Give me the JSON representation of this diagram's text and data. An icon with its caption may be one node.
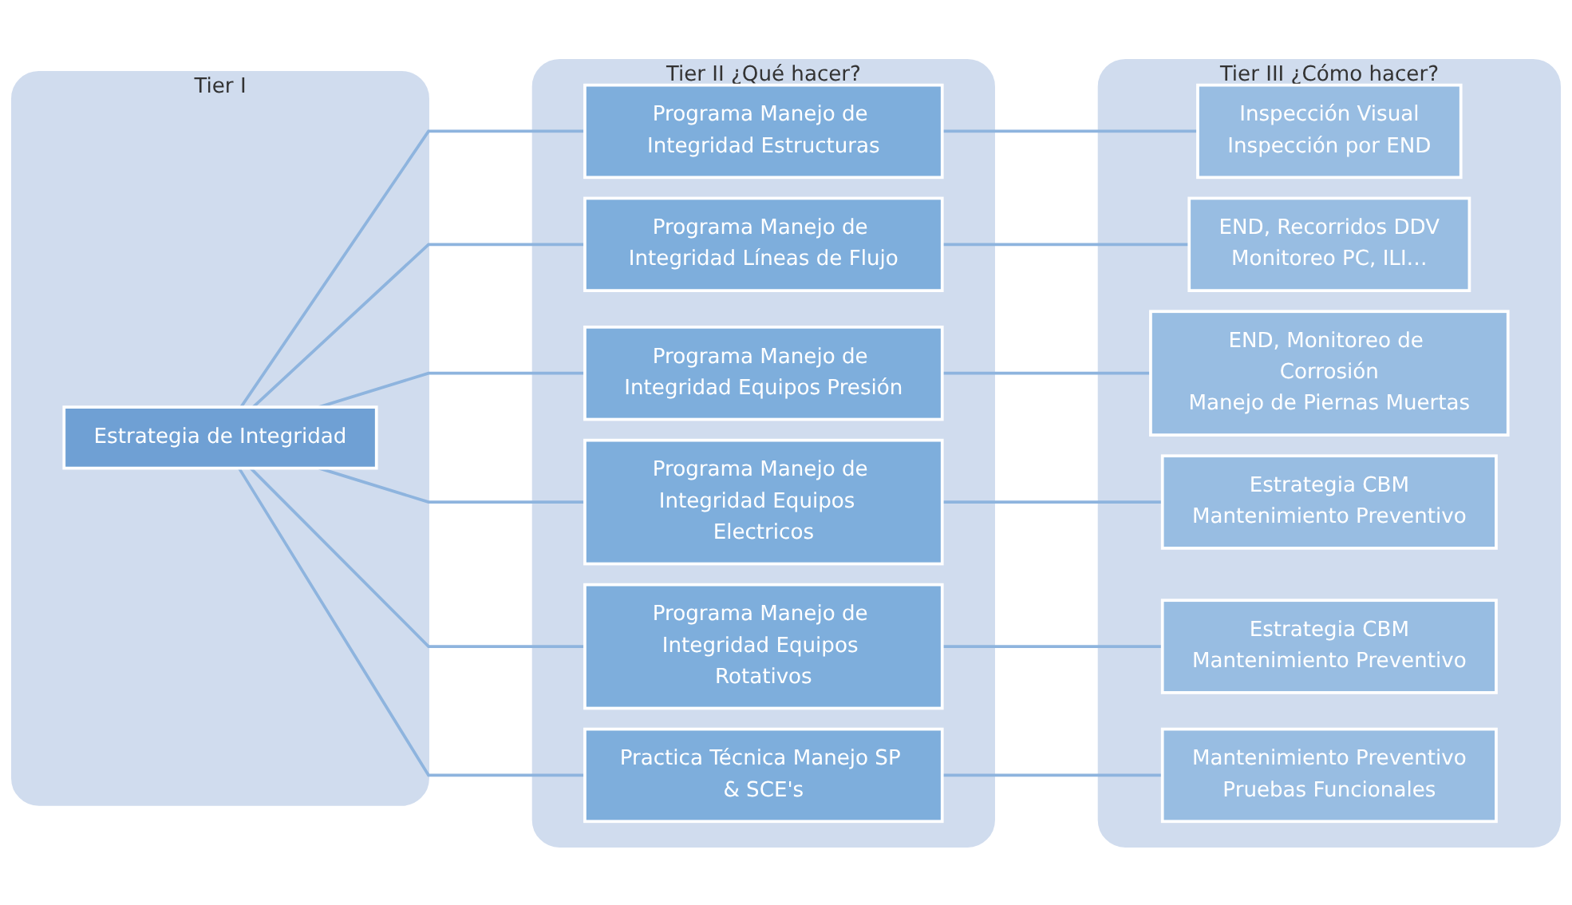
{
  "diagram": {
    "nodes": [
      {
        "text": [
          "Tier I"
        ]
      },
      {
        "text": [
          "Estrategia de Integridad"
        ],
        "in": 0
      },
      {
        "text": [
          "Tier II ¿Qué hacer?"
        ]
      },
      {
        "text": [
          "Programa Manejo de Integridad Estructuras"
        ],
        "in": 2
      },
      {
        "text": [
          "Programa Manejo de Integridad Líneas de Flujo"
        ],
        "in": 2
      },
      {
        "text": [
          "Programa Manejo de Integridad Equipos Presión"
        ],
        "in": 2
      },
      {
        "text": [
          "Programa Manejo de Integridad Equipos  Electricos"
        ],
        "in": 2
      },
      {
        "text": [
          "Programa Manejo de Integridad Equipos Rotativos"
        ],
        "in": 2
      },
      {
        "text": [
          "Practica Técnica Manejo SP & SCE's"
        ],
        "in": 2
      },
      {
        "text": [
          "Tier III ¿Cómo hacer?"
        ]
      },
      {
        "text": [
          "Inspección Visual",
          "Inspección por END"
        ],
        "in": 9
      },
      {
        "text": [
          "END, Recorridos DDV",
          "Monitoreo PC, ILI…"
        ],
        "in": 9
      },
      {
        "text": [
          "END, Monitoreo de Corrosión",
          "Manejo de Piernas Muertas"
        ],
        "in": 9
      },
      {
        "text": [
          "Estrategia CBM",
          "Mantenimiento Preventivo"
        ],
        "in": 9
      },
      {
        "text": [
          "Estrategia CBM",
          "Mantenimiento Preventivo"
        ],
        "in": 9
      },
      {
        "text": [
          "Mantenimiento Preventivo",
          "Pruebas Funcionales"
        ],
        "in": 9
      }
    ],
    "edges": [
      {
        "from": 1,
        "to": 3,
        "arrow": "none"
      },
      {
        "from": 1,
        "to": 4,
        "arrow": "none"
      },
      {
        "from": 1,
        "to": 5,
        "arrow": "none"
      },
      {
        "from": 1,
        "to": 6,
        "arrow": "none"
      },
      {
        "from": 1,
        "to": 7,
        "arrow": "none"
      },
      {
        "from": 1,
        "to": 8,
        "arrow": "none"
      },
      {
        "from": 3,
        "to": 10,
        "arrow": "none"
      },
      {
        "from": 4,
        "to": 11,
        "arrow": "none"
      },
      {
        "from": 5,
        "to": 12,
        "arrow": "none"
      },
      {
        "from": 6,
        "to": 13,
        "arrow": "none"
      },
      {
        "from": 7,
        "to": 14,
        "arrow": "none"
      },
      {
        "from": 8,
        "to": 15,
        "arrow": "none"
      }
    ]
  }
}
